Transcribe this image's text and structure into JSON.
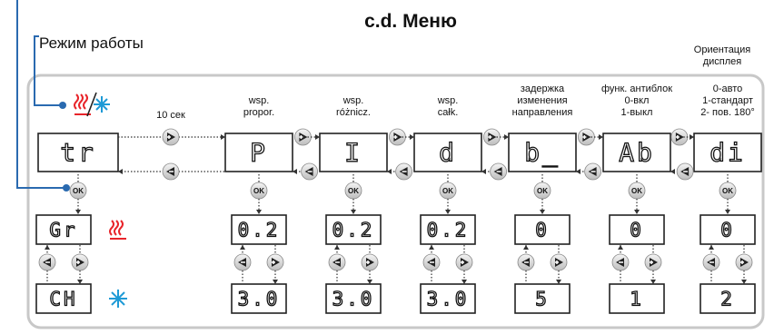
{
  "title": "c.d. Меню",
  "mode_label": "Режим работы",
  "orientation_title": "Ориентация\nдисплея",
  "delay_10s": "10 сек",
  "colors": {
    "heat": "#e8242a",
    "cool": "#1e9ad6",
    "frame": "#c8c8c8",
    "link": "#2a6ab0"
  },
  "main_row": [
    {
      "code": "tr",
      "label": ""
    },
    {
      "code": "P",
      "label": "wsp.\npropor."
    },
    {
      "code": "I",
      "label": "wsp.\nróżnicz."
    },
    {
      "code": "d",
      "label": "wsp.\ncałk."
    },
    {
      "code": "b_",
      "label": "задержка\nизменения\nнаправления"
    },
    {
      "code": "Ab",
      "label": "функ. антиблок\n0-вкл\n1-выкл"
    },
    {
      "code": "di",
      "label": "0-авто\n1-стандарт\n2- пов. 180°"
    }
  ],
  "ok_label": "OK",
  "sub_values": [
    {
      "upper": "Gr",
      "lower": "CH",
      "upper_icon": "heat-icon",
      "lower_icon": "snowflake-icon"
    },
    {
      "upper": "0.2",
      "lower": "3.0"
    },
    {
      "upper": "0.2",
      "lower": "3.0"
    },
    {
      "upper": "0.2",
      "lower": "3.0"
    },
    {
      "upper": "0",
      "lower": "5"
    },
    {
      "upper": "0",
      "lower": "1"
    },
    {
      "upper": "0",
      "lower": "2"
    }
  ]
}
